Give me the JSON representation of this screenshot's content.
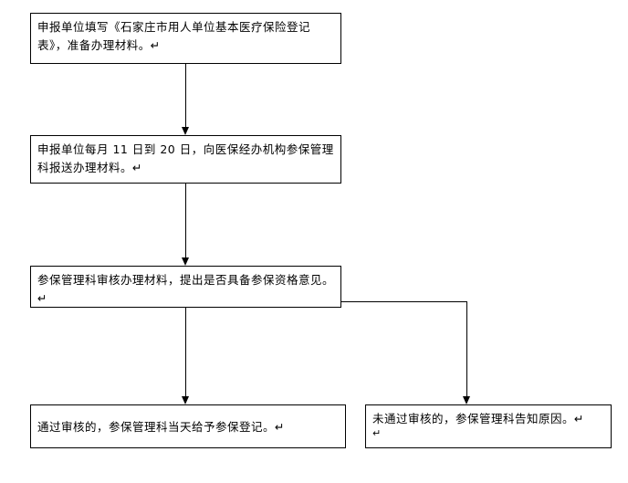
{
  "flowchart": {
    "step1": "申报单位填写《石家庄市用人单位基本医疗保险登记表》，准备办理材料。↵",
    "step2": "申报单位每月 11 日到 20 日，向医保经办机构参保管理科报送办理材料。↵",
    "step3": "参保管理科审核办理材料，提出是否具备参保资格意见。↵",
    "step4_pass": "通过审核的，参保管理科当天给予参保登记。↵",
    "step5_fail": "未通过审核的，参保管理科告知原因。↵",
    "step5_extra_paragraph_mark": "↵"
  },
  "colors": {
    "line": "#000000",
    "background": "#ffffff",
    "text": "#000000"
  }
}
